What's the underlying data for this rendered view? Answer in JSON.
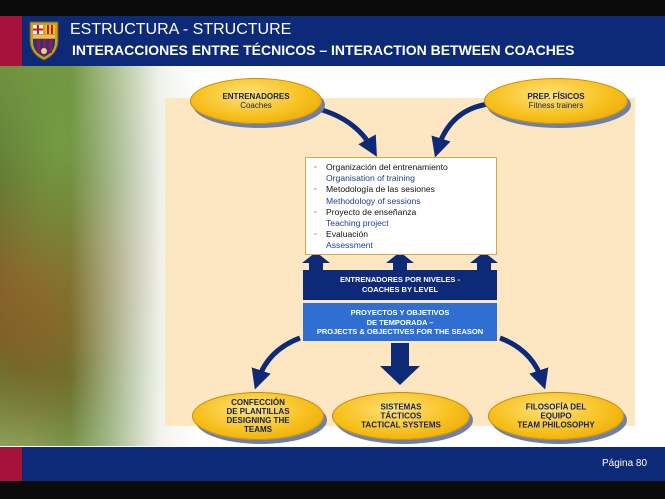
{
  "header": {
    "title": "ESTRUCTURA - STRUCTURE",
    "subtitle": "INTERACCIONES ENTRE TÉCNICOS – INTERACTION BETWEEN COACHES"
  },
  "nodes": {
    "coaches": {
      "es": "ENTRENADORES",
      "en": "Coaches"
    },
    "fitness": {
      "es": "PREP. FÍSICOS",
      "en": "Fitness trainers"
    },
    "levels": {
      "line1": "ENTRENADORES POR NIVELES -",
      "line2": "COACHES BY LEVEL"
    },
    "projects": {
      "line1": "PROYECTOS Y OBJETIVOS",
      "line2": "DE TEMPORADA –",
      "line3": "PROJECTS & OBJECTIVES FOR THE SEASON"
    },
    "teams": {
      "line1": "CONFECCIÓN",
      "line2": "DE PLANTILLAS",
      "line3": "DESIGNING THE",
      "line4": "TEAMS"
    },
    "tactical": {
      "line1": "SISTEMAS",
      "line2": "TÁCTICOS",
      "line3": "TACTICAL SYSTEMS"
    },
    "philosophy": {
      "line1": "FILOSOFÍA DEL",
      "line2": "EQUIPO",
      "line3": "TEAM PHILOSOPHY"
    }
  },
  "list": [
    {
      "es": "Organización del entrenamiento",
      "en": "Organisation of training"
    },
    {
      "es": "Metodología de las sesiones",
      "en": "Methodology of sessions"
    },
    {
      "es": "Proyecto de enseñanza",
      "en": "Teaching project"
    },
    {
      "es": "Evaluación",
      "en": "Assessment"
    }
  ],
  "footer": {
    "page_label": "Página",
    "page_number": "80"
  },
  "colors": {
    "navy": "#0d2a78",
    "maroon": "#a5123a",
    "gold": "#f7c01c",
    "blue": "#2f6fd1",
    "panel": "#fde6c2"
  }
}
